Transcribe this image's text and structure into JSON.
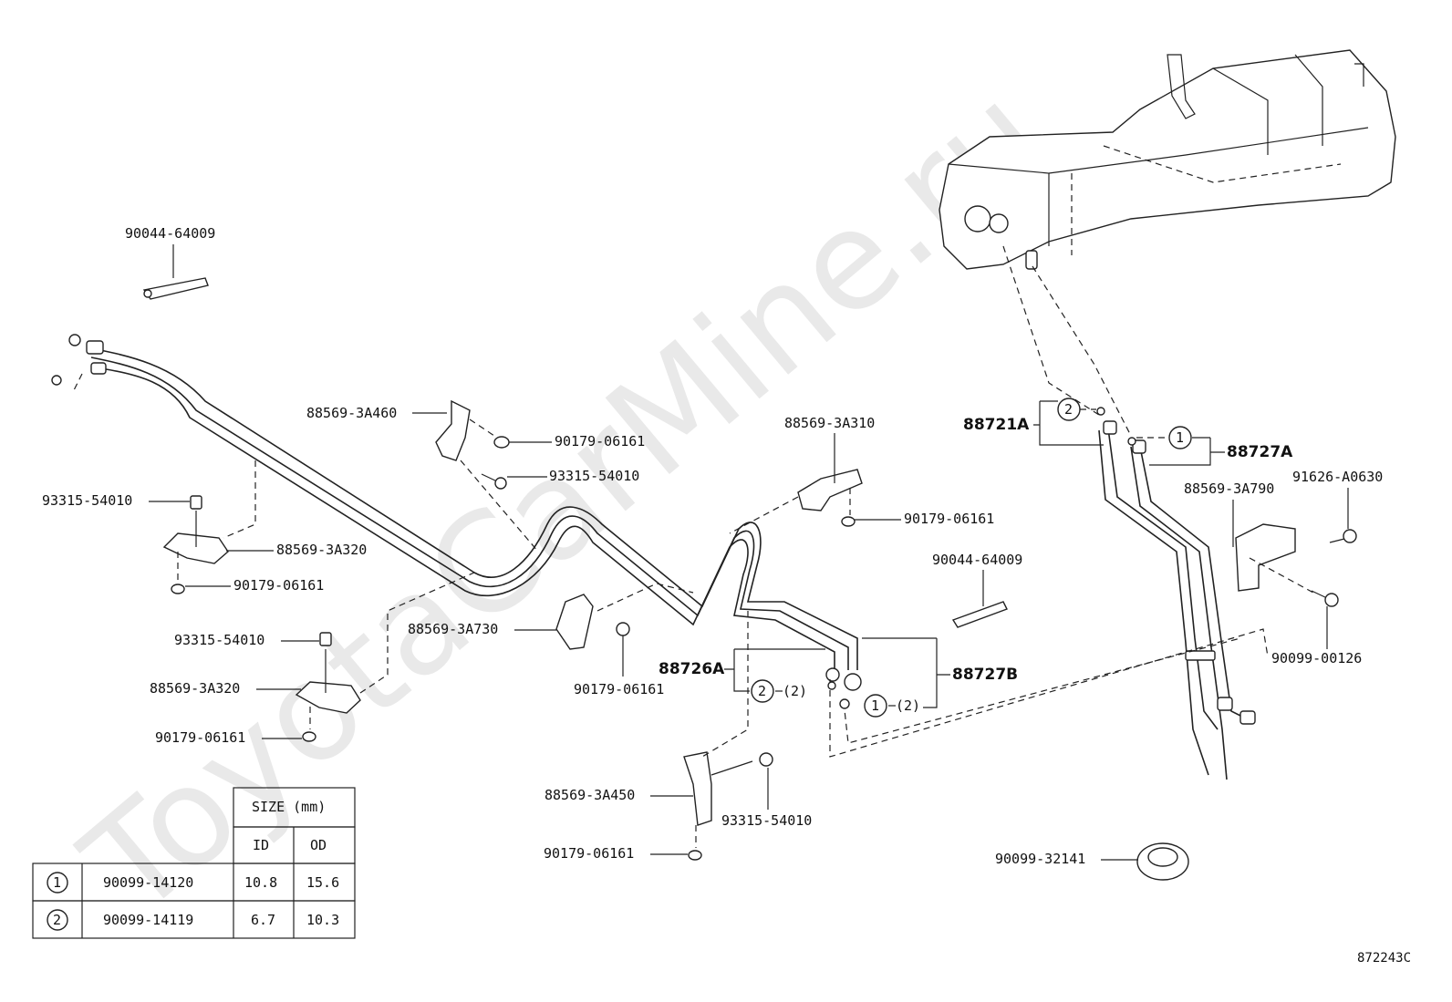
{
  "watermark": "ToyotaCarMine.ru",
  "diagram_code": "872243C",
  "callouts": {
    "c_90044_64009_a": "90044-64009",
    "c_88569_3a460": "88569-3A460",
    "c_90179_06161_a": "90179-06161",
    "c_93315_54010_a": "93315-54010",
    "c_93315_54010_b": "93315-54010",
    "c_88569_3a320_a": "88569-3A320",
    "c_90179_06161_b": "90179-06161",
    "c_93315_54010_c": "93315-54010",
    "c_88569_3a320_b": "88569-3A320",
    "c_90179_06161_c": "90179-06161",
    "c_88569_3a730": "88569-3A730",
    "c_90179_06161_d": "90179-06161",
    "c_88569_3a310": "88569-3A310",
    "c_90179_06161_e": "90179-06161",
    "c_90044_64009_b": "90044-64009",
    "c_88721a": "88721A",
    "c_88727a": "88727A",
    "c_88569_3a790": "88569-3A790",
    "c_91626_a0630": "91626-A0630",
    "c_90099_00126": "90099-00126",
    "c_88726a": "88726A",
    "c_88727b": "88727B",
    "c_qty_2_a": "(2)",
    "c_qty_2_b": "(2)",
    "c_88569_3a450": "88569-3A450",
    "c_93315_54010_d": "93315-54010",
    "c_90179_06161_f": "90179-06161",
    "c_90099_32141": "90099-32141"
  },
  "circle_refs": {
    "one": "1",
    "two": "2"
  },
  "size_table": {
    "header": "SIZE (mm)",
    "col_id": "ID",
    "col_od": "OD",
    "rows": [
      {
        "ref": "1",
        "part": "90099-14120",
        "id": "10.8",
        "od": "15.6"
      },
      {
        "ref": "2",
        "part": "90099-14119",
        "id": "6.7",
        "od": "10.3"
      }
    ]
  }
}
